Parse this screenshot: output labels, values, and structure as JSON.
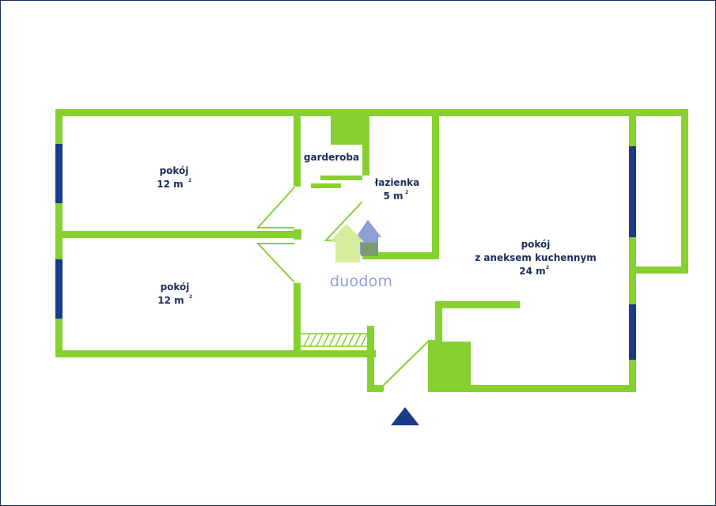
{
  "rooms": {
    "room1": {
      "name": "pokój",
      "area": "12 m",
      "unit_sup": "2"
    },
    "room2": {
      "name": "pokój",
      "area": "12 m",
      "unit_sup": "2"
    },
    "closet": {
      "name": "garderoba"
    },
    "bathroom": {
      "name": "łazienka",
      "area": "5 m",
      "unit_sup": "2"
    },
    "living": {
      "name": "pokój",
      "subtitle": "z aneksem kuchennym",
      "area": "24 m",
      "unit_sup": "2"
    }
  },
  "logo": {
    "text": "duodom"
  },
  "colors": {
    "wall": "#86d130",
    "window": "#1b3a8c",
    "entrance_marker": "#1b3a8c",
    "text": "#1c2d5a",
    "logo_house_front": "#d6ec9c",
    "logo_house_back": "#8e9fd4"
  },
  "icons": {
    "entrance": "entrance-arrow-icon",
    "logo": "house-logo-icon"
  }
}
